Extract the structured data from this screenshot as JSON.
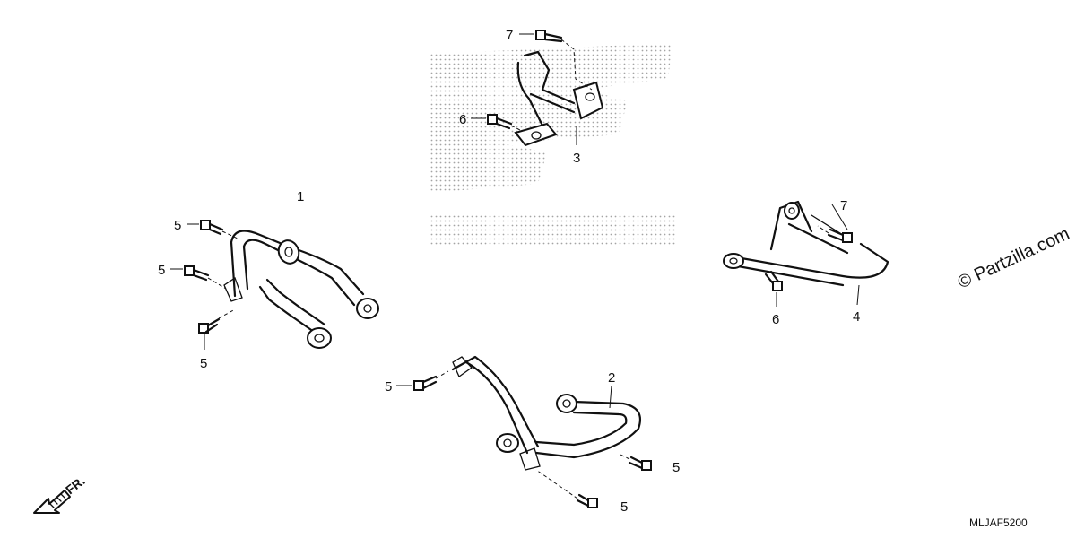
{
  "callouts": {
    "c1": "1",
    "c2": "2",
    "c3": "3",
    "c4": "4",
    "c5a": "5",
    "c5b": "5",
    "c5c": "5",
    "c5d": "5",
    "c5e": "5",
    "c5f": "5",
    "c6a": "6",
    "c6b": "6",
    "c7a": "7",
    "c7b": "7"
  },
  "diagram_code": "MLJAF5200",
  "watermark": "© Partzilla.com",
  "direction_label": "FR.",
  "colors": {
    "ink": "#111111",
    "background": "#ffffff"
  },
  "icons": {
    "front_direction": "arrow-down-left-icon"
  }
}
